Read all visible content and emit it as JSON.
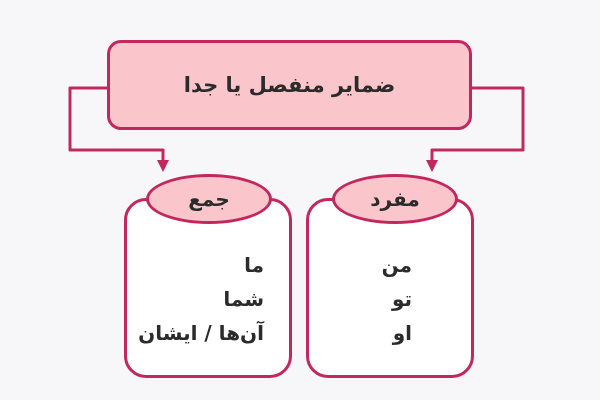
{
  "title": "ضمایر منفصل یا جدا",
  "plural": {
    "label": "جمع",
    "items": [
      "ما",
      "شما",
      "آن‌ها / ایشان"
    ]
  },
  "singular": {
    "label": "مفرد",
    "items": [
      "من",
      "تو",
      "او"
    ]
  },
  "colors": {
    "accent": "#c2285e",
    "fill": "#fbc6cb",
    "background": "#f7f7f9"
  }
}
